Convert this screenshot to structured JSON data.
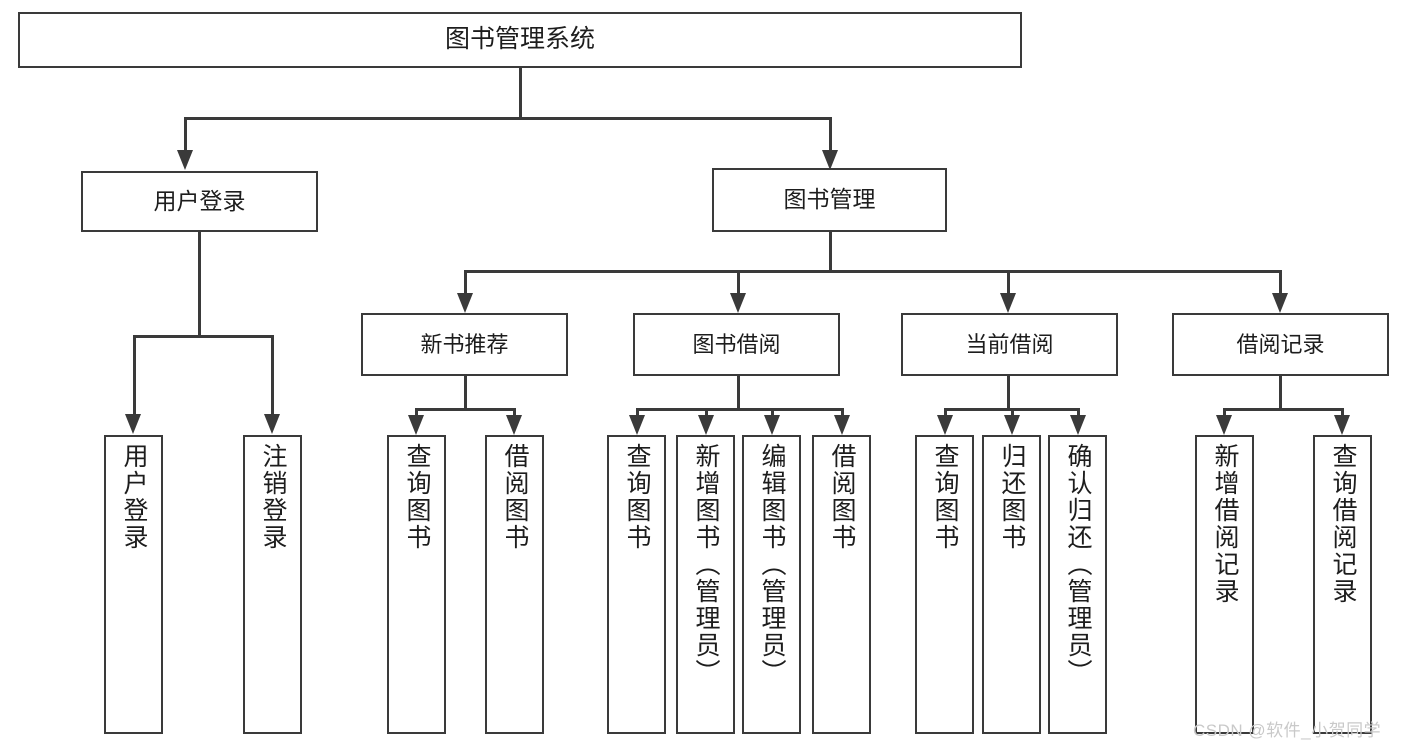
{
  "diagram": {
    "type": "tree",
    "title": "图书管理系统",
    "root": {
      "label": "图书管理系统"
    },
    "level2": [
      {
        "label": "用户登录"
      },
      {
        "label": "图书管理"
      }
    ],
    "level3": [
      {
        "label": "新书推荐"
      },
      {
        "label": "图书借阅"
      },
      {
        "label": "当前借阅"
      },
      {
        "label": "借阅记录"
      }
    ],
    "leaves": {
      "user_login": [
        {
          "label": "用户登录"
        },
        {
          "label": "注销登录"
        }
      ],
      "new_book_recommend": [
        {
          "label": "查询图书"
        },
        {
          "label": "借阅图书"
        }
      ],
      "book_borrow": [
        {
          "label": "查询图书"
        },
        {
          "label": "新增图书（管理员）"
        },
        {
          "label": "编辑图书（管理员）"
        },
        {
          "label": "借阅图书"
        }
      ],
      "current_borrow": [
        {
          "label": "查询图书"
        },
        {
          "label": "归还图书"
        },
        {
          "label": "确认归还（管理员）"
        }
      ],
      "borrow_record": [
        {
          "label": "新增借阅记录"
        },
        {
          "label": "查询借阅记录"
        }
      ]
    }
  },
  "watermark": {
    "text": "CSDN @软件_小贺同学"
  },
  "colors": {
    "stroke": "#3a3a3a",
    "background": "#ffffff",
    "text": "#1d1d1d",
    "watermark": "#c9c9c9"
  }
}
